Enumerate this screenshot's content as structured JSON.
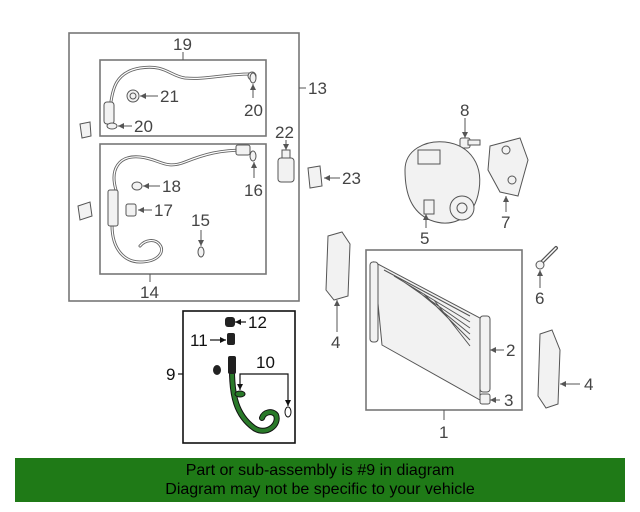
{
  "callouts": {
    "c19": "19",
    "c13": "13",
    "c21": "21",
    "c20a": "20",
    "c20b": "20",
    "c22": "22",
    "c8": "8",
    "c18": "18",
    "c16": "16",
    "c23": "23",
    "c17": "17",
    "c15": "15",
    "c7": "7",
    "c5": "5",
    "c14": "14",
    "c6": "6",
    "c12": "12",
    "c11": "11",
    "c10": "10",
    "c9": "9",
    "c4a": "4",
    "c2": "2",
    "c4b": "4",
    "c3": "3",
    "c1": "1"
  },
  "banner": {
    "line1": "Part or sub-assembly is #9 in diagram",
    "line2": "Diagram may not be specific to your vehicle"
  },
  "colors": {
    "banner_bg": "#1f7a17",
    "highlight_hose": "#2a7a2a"
  }
}
